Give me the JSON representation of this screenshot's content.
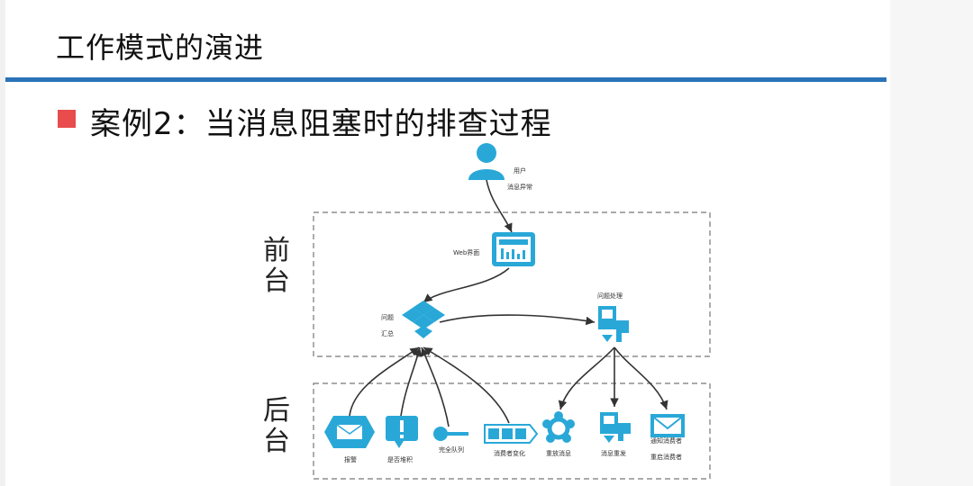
{
  "page": {
    "title": "工作模式的演进",
    "subtitle": "案例2：当消息阻塞时的排查过程"
  },
  "zones": {
    "front_label": "前台",
    "back_label": "后台"
  },
  "nodes": {
    "user": {
      "line1": "用户",
      "line2": "消息异常",
      "icon": "user-icon"
    },
    "web": {
      "label": "Web界面",
      "icon": "web-dashboard-icon"
    },
    "aggregate": {
      "line1": "问题",
      "line2": "汇总",
      "icon": "dropbox-icon"
    },
    "handle": {
      "label": "问题处理",
      "icon": "handler-icon"
    },
    "alert": {
      "label": "报警",
      "icon": "message-hexagon-icon"
    },
    "check_stack": {
      "label": "是否堆积",
      "icon": "warning-icon"
    },
    "full_queue": {
      "label": "完全队列",
      "icon": "key-icon"
    },
    "consumer_change": {
      "label": "消费者变化",
      "icon": "queue-arrow-icon"
    },
    "reset_msg": {
      "label": "重放消息",
      "icon": "network-icon"
    },
    "resend_msg": {
      "label": "消息重发",
      "icon": "resend-icon"
    },
    "notify": {
      "line1": "通知消费者",
      "line2": "重启消费者",
      "icon": "mail-icon"
    }
  },
  "colors": {
    "accent": "#2a73b8",
    "icon": "#29a8d8",
    "bullet": "#e84c4c",
    "arrow": "#333333",
    "dash": "#777777"
  }
}
